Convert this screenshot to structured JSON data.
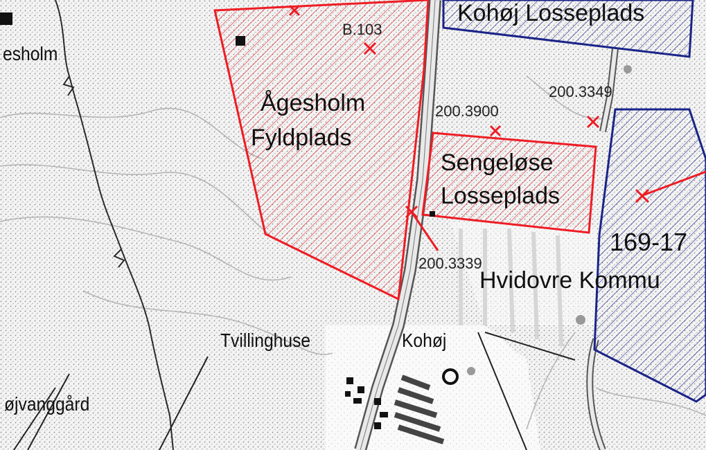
{
  "map": {
    "colors": {
      "red_zone": "#ee1c24",
      "blue_zone": "#1a2488",
      "stipple_background": "#bdbdbd",
      "road": "#6f6f6f"
    },
    "labels": {
      "place_top_left": "esholm",
      "place_bottom_left": "øjvanggård",
      "tvillinghuse": "Tvillinghuse",
      "kohoj": "Kohøj",
      "kohoj_losseplads": "Kohøj Losseplads",
      "agesholm_line1": "Ågesholm",
      "agesholm_line2": "Fyldplads",
      "sengelose_line1": "Sengeløse",
      "sengelose_line2": "Losseplads",
      "hvidovre": "Hvidovre Kommu",
      "plot_169": "169-17"
    },
    "site_ids": {
      "b103": "B.103",
      "s3900": "200.3900",
      "s3349": "200.3349",
      "s3339": "200.3339"
    },
    "symbols": {
      "site_marker": "red-x-marker",
      "church": "church-circle-symbol",
      "building": "black-square-building"
    }
  }
}
